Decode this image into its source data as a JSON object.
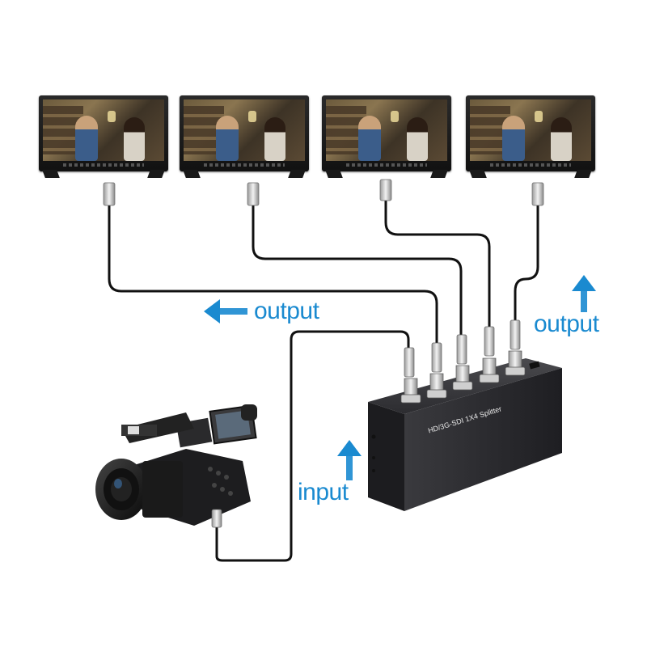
{
  "labels": {
    "output_left": "output",
    "output_right": "output",
    "input": "input"
  },
  "device": {
    "name": "HD/3G-SDI 1X4 Splitter"
  },
  "monitors": [
    {
      "id": "monitor-1"
    },
    {
      "id": "monitor-2"
    },
    {
      "id": "monitor-3"
    },
    {
      "id": "monitor-4"
    }
  ],
  "colors": {
    "arrow": "#1a8ad0",
    "cable": "#111111",
    "device_body": "#2a2a2c"
  },
  "icons": {
    "camera": "video-camera-icon",
    "arrow_left": "arrow-left-icon",
    "arrow_up": "arrow-up-icon"
  }
}
